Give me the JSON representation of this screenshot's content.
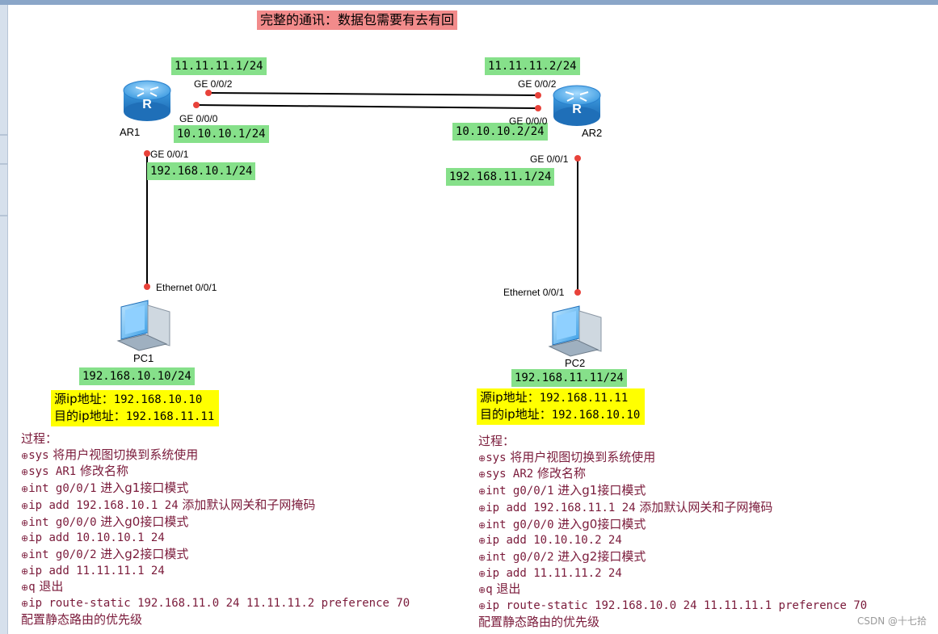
{
  "title": "完整的通讯：数据包需要有去有回",
  "devices": {
    "ar1": {
      "name": "AR1"
    },
    "ar2": {
      "name": "AR2"
    },
    "pc1": {
      "name": "PC1"
    },
    "pc2": {
      "name": "PC2"
    }
  },
  "interfaces": {
    "ar1_g002": "GE 0/0/2",
    "ar1_g000": "GE 0/0/0",
    "ar1_g001": "GE 0/0/1",
    "ar2_g002": "GE 0/0/2",
    "ar2_g000": "GE 0/0/0",
    "ar2_g001": "GE 0/0/1",
    "pc1_eth": "Ethernet 0/0/1",
    "pc2_eth": "Ethernet 0/0/1"
  },
  "ip_labels": {
    "ar1_g002": "11.11.11.1/24",
    "ar2_g002": "11.11.11.2/24",
    "ar1_g000": "10.10.10.1/24",
    "ar2_g000": "10.10.10.2/24",
    "ar1_g001": "192.168.10.1/24",
    "ar2_g001": "192.168.11.1/24",
    "pc1": "192.168.10.10/24",
    "pc2": "192.168.11.11/24"
  },
  "addresses": {
    "pc1": {
      "src_label": "源ip地址：",
      "src": "192.168.10.10",
      "dst_label": "目的ip地址：",
      "dst": "192.168.11.11"
    },
    "pc2": {
      "src_label": "源ip地址：",
      "src": "192.168.11.11",
      "dst_label": "目的ip地址：",
      "dst": "192.168.10.10"
    }
  },
  "process": {
    "heading": "过程：",
    "bullet": "⊕",
    "left": [
      {
        "code": "sys",
        "note": " 将用户视图切换到系统使用"
      },
      {
        "code": "sys AR1",
        "note": " 修改名称"
      },
      {
        "code": "int g0/0/1",
        "note": " 进入g1接口模式"
      },
      {
        "code": "ip add 192.168.10.1 24",
        "note": " 添加默认网关和子网掩码"
      },
      {
        "code": "int g0/0/0",
        "note": " 进入g0接口模式"
      },
      {
        "code": "ip add 10.10.10.1 24",
        "note": ""
      },
      {
        "code": "int g0/0/2",
        "note": " 进入g2接口模式"
      },
      {
        "code": "ip add 11.11.11.1 24",
        "note": ""
      },
      {
        "code": "q",
        "note": " 退出"
      },
      {
        "code": "ip route-static 192.168.11.0 24 11.11.11.2 preference 70",
        "note": ""
      }
    ],
    "left_tail": "配置静态路由的优先级",
    "right": [
      {
        "code": "sys",
        "note": " 将用户视图切换到系统使用"
      },
      {
        "code": "sys AR2",
        "note": " 修改名称"
      },
      {
        "code": "int g0/0/1",
        "note": " 进入g1接口模式"
      },
      {
        "code": "ip add 192.168.11.1 24",
        "note": " 添加默认网关和子网掩码"
      },
      {
        "code": "int g0/0/0",
        "note": " 进入g0接口模式"
      },
      {
        "code": "ip add 10.10.10.2 24",
        "note": ""
      },
      {
        "code": "int g0/0/2",
        "note": " 进入g2接口模式"
      },
      {
        "code": "ip add 11.11.11.2 24",
        "note": ""
      },
      {
        "code": "q",
        "note": " 退出"
      },
      {
        "code": "ip route-static 192.168.10.0 24 11.11.11.1 preference 70",
        "note": ""
      }
    ],
    "right_tail": "配置静态路由的优先级"
  },
  "watermark": "CSDN @十七拾",
  "colors": {
    "title_bg": "#f28b8b",
    "ip_label_bg": "#86e08a",
    "address_bg": "#ffff00",
    "config_text": "#7a1a3a",
    "port_dot": "#e8423a",
    "router_blue": "#3d9be0"
  }
}
